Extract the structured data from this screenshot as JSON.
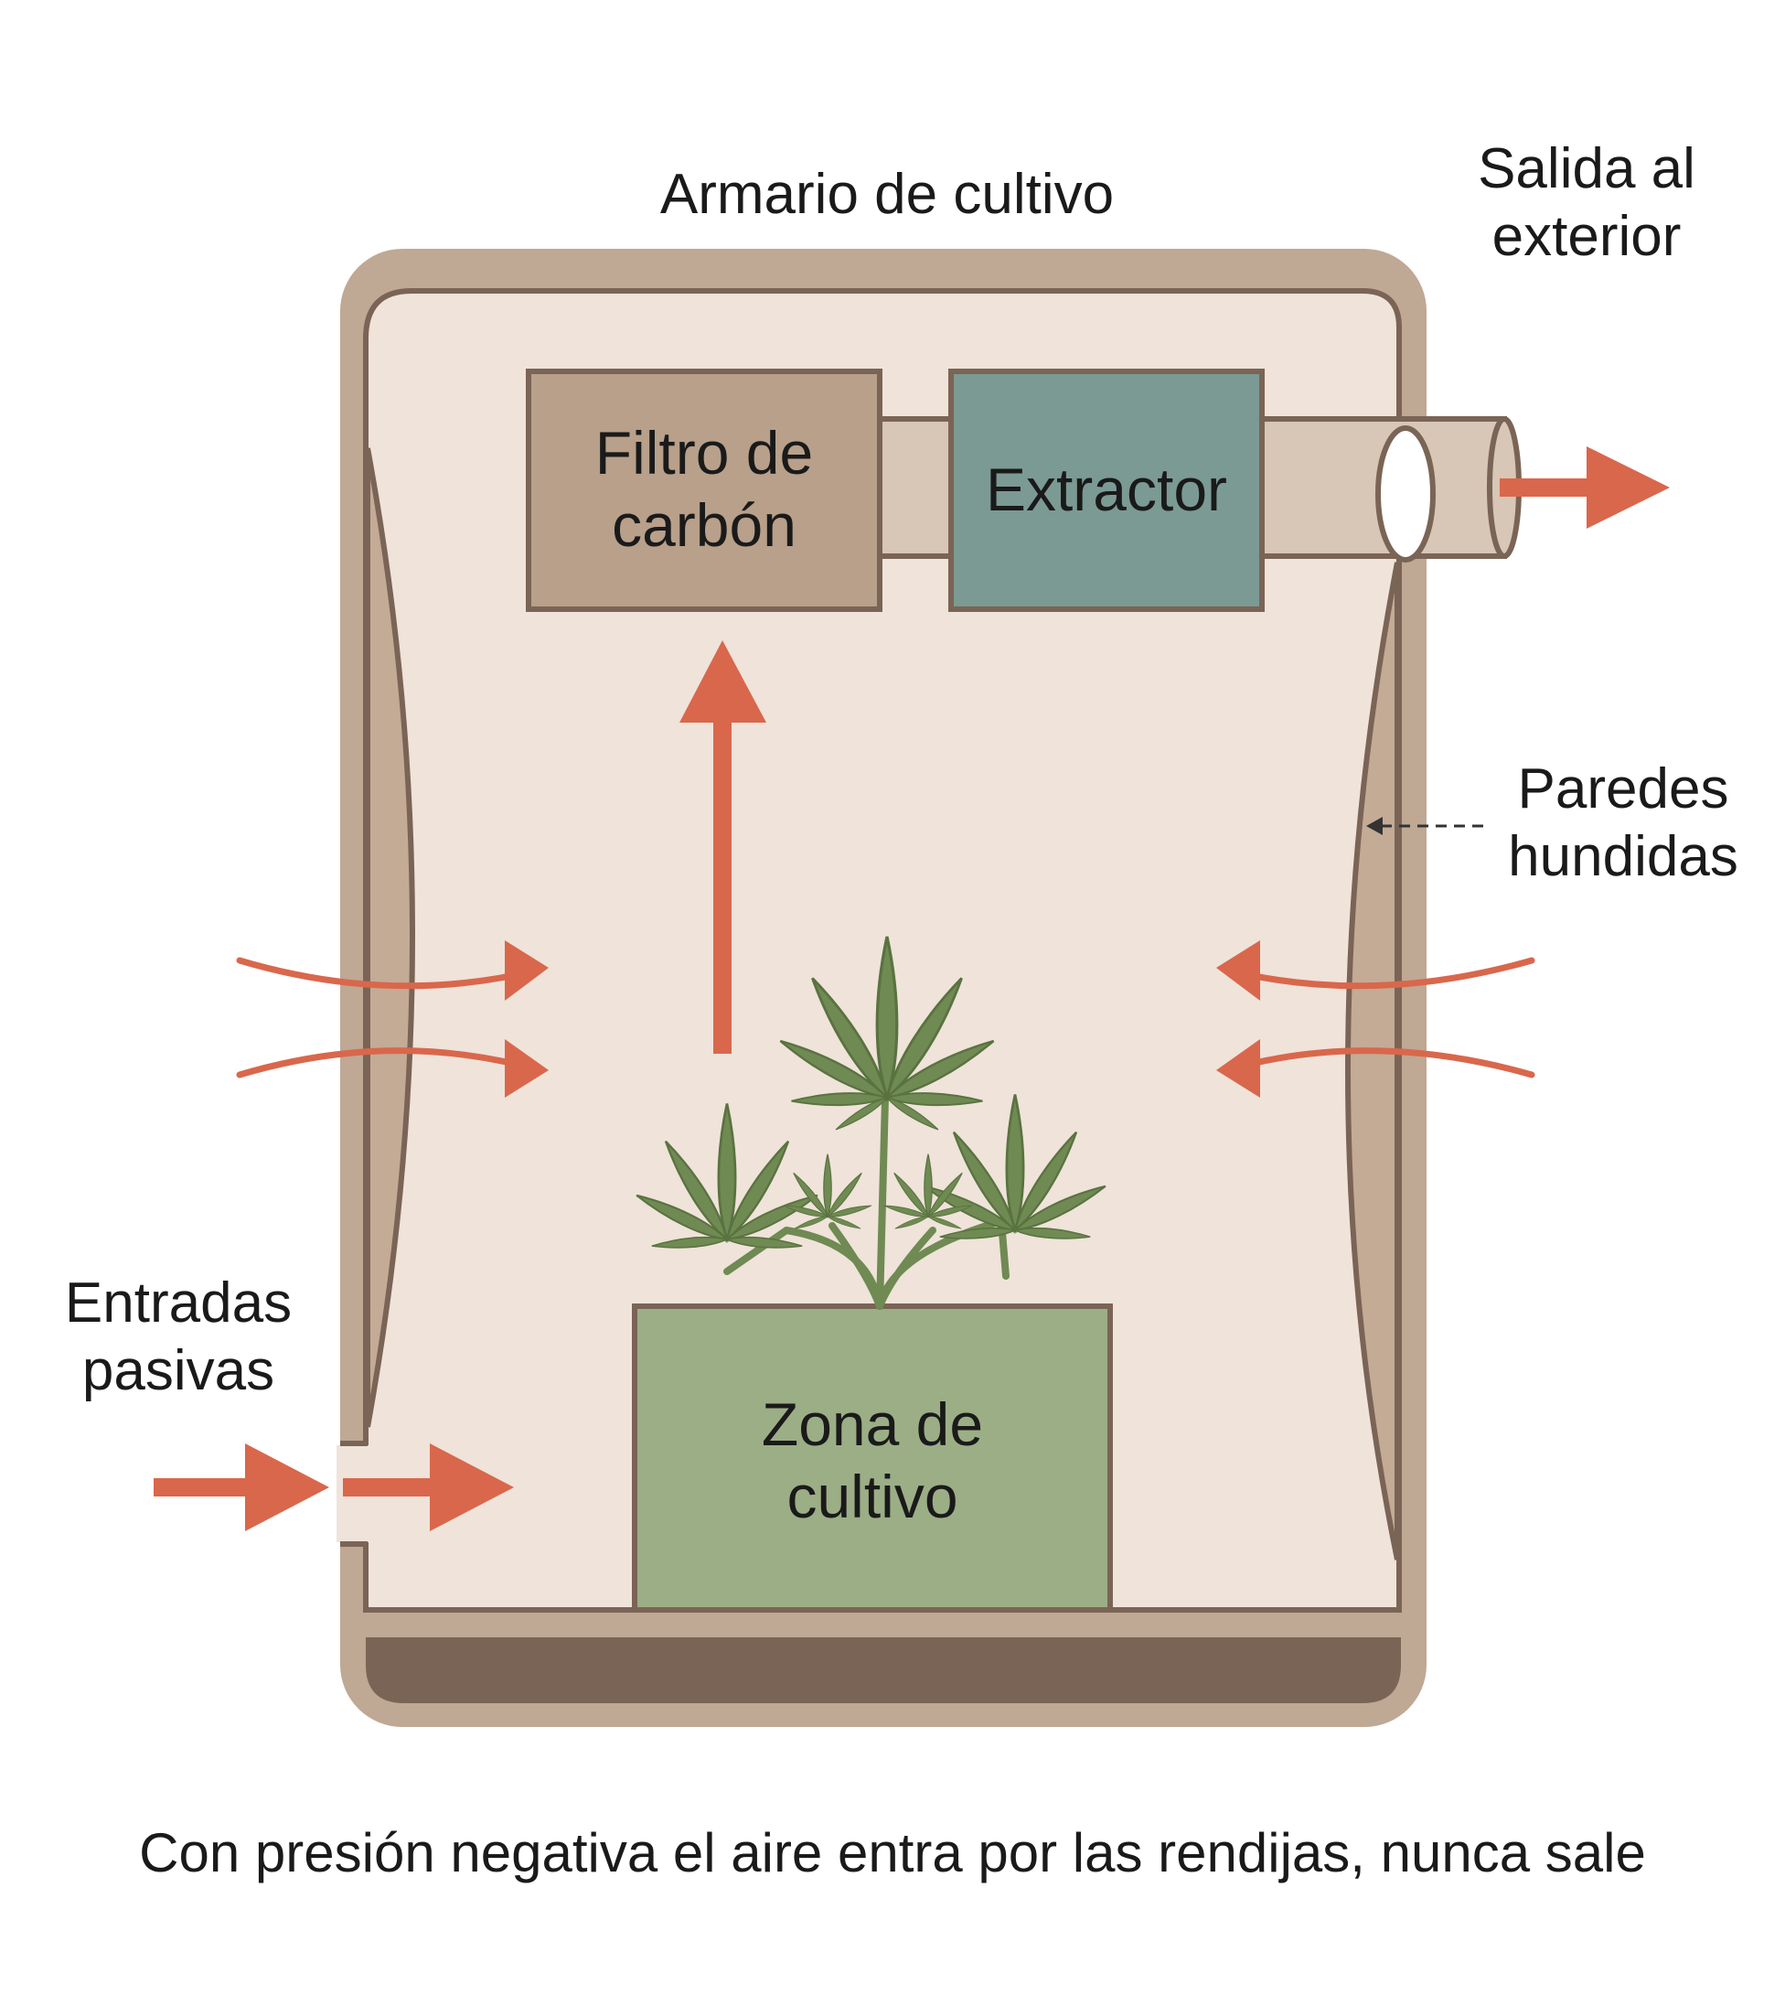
{
  "title": "Armario de cultivo",
  "labels": {
    "outlet": [
      "Salida al",
      "exterior"
    ],
    "walls": [
      "Paredes",
      "hundidas"
    ],
    "inlets": [
      "Entradas",
      "pasivas"
    ]
  },
  "boxes": {
    "filter": [
      "Filtro de",
      "carbón"
    ],
    "extractor": "Extractor",
    "grow_zone": [
      "Zona de",
      "cultivo"
    ]
  },
  "caption": "Con presión negativa el aire entra por las rendijas, nunca sale",
  "colors": {
    "cabinet_frame": "#bfa894",
    "cabinet_outline": "#7a6455",
    "cabinet_interior": "#efe3da",
    "filter_fill": "#b8a08a",
    "extractor_fill": "#7b9a93",
    "duct_fill": "#d8c6b6",
    "grow_fill": "#9cae86",
    "plant_leaf": "#6f8a52",
    "airflow_arrow": "#d9674c"
  },
  "icons": [
    "cannabis-plant-icon",
    "arrow-icon"
  ]
}
